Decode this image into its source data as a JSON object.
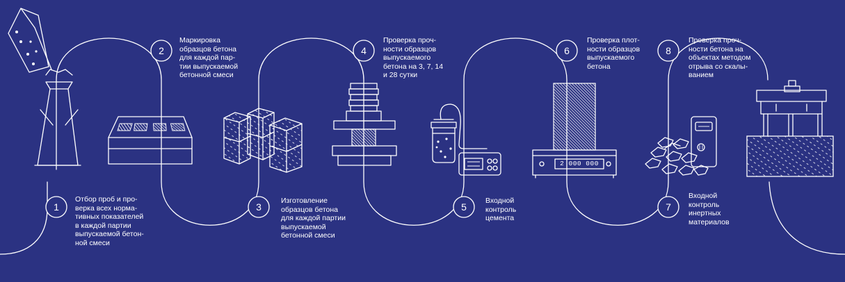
{
  "colors": {
    "background": "#2b3282",
    "line": "#ffffff"
  },
  "steps": [
    {
      "number": "1",
      "text": "Отбор проб и про-\nверка всех норма-\nтивных показателей\nв каждой партии\nвыпускаемой бетон-\nной смеси",
      "icon": "cone-icon"
    },
    {
      "number": "2",
      "text": "Маркировка\nобразцов бетона\nдля каждой пар-\nтии выпускаемой\nбетонной смеси",
      "icon": "marking-box-icon"
    },
    {
      "number": "3",
      "text": "Изготовление\nобразцов бетона\nдля каждой партии\nвыпускаемой\nбетонной смеси",
      "icon": "concrete-cubes-icon"
    },
    {
      "number": "4",
      "text": "Проверка проч-\nности образцов\nвыпускаемого\nбетона на 3, 7, 14\nи 28 сутки",
      "icon": "press-icon"
    },
    {
      "number": "5",
      "text": "Входной\nконтроль\nцемента",
      "icon": "jar-meter-icon"
    },
    {
      "number": "6",
      "text": "Проверка плот-\nности образцов\nвыпускаемого\nбетона",
      "icon": "scale-icon"
    },
    {
      "number": "7",
      "text": "Входной\nконтроль\nинертных\nматериалов",
      "icon": "aggregate-meter-icon"
    },
    {
      "number": "8",
      "text": "Проверка проч-\nности бетона на\nобъектах методом\nотрыва со скалы-\nванием",
      "icon": "pull-off-tester-icon"
    }
  ],
  "scale_display": "2 000 000"
}
